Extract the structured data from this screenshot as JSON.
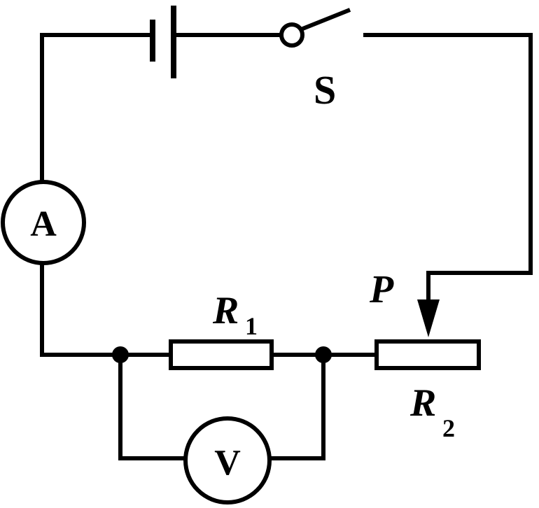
{
  "labels": {
    "switch": "S",
    "slider": "P",
    "r1_main": "R",
    "r1_sub": "1",
    "r2_main": "R",
    "r2_sub": "2",
    "ammeter": "A",
    "voltmeter": "V"
  }
}
